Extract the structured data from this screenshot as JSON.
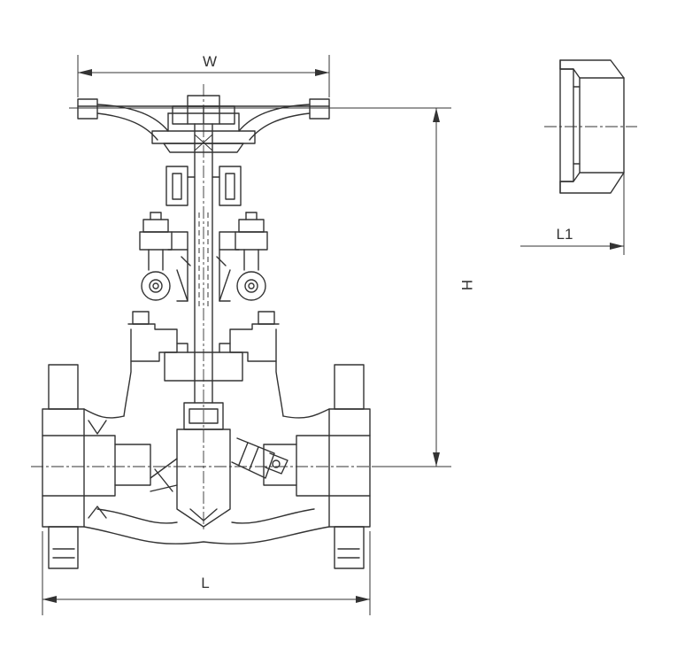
{
  "dimensions": {
    "width_label": "W",
    "height_label": "H",
    "length_label": "L",
    "end_length_label": "L1"
  }
}
